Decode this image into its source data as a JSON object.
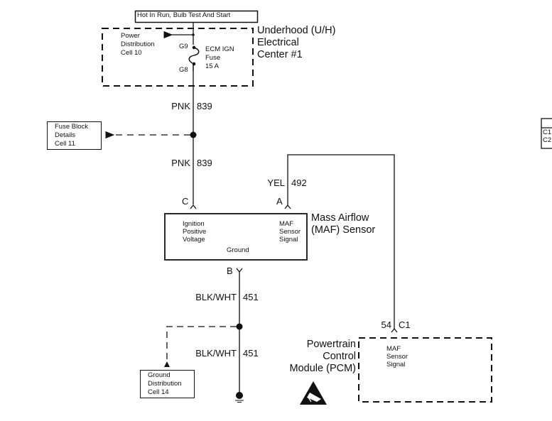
{
  "power_header": "Hot In Run, Bulb Test And Start",
  "underhood_center": {
    "title_lines": [
      "Underhood (U/H)",
      "Electrical",
      "Center #1"
    ],
    "power_distribution_ref": [
      "Power",
      "Distribution",
      "Cell 10"
    ],
    "fuse": {
      "name_lines": [
        "ECM IGN",
        "Fuse",
        "15 A"
      ],
      "terminal_in": "G9",
      "terminal_out": "G8"
    }
  },
  "fuse_block_ref": [
    "Fuse Block",
    "Details",
    "Cell 11"
  ],
  "wires": {
    "pnk_upper": {
      "color": "PNK",
      "circuit": "839"
    },
    "pnk_lower": {
      "color": "PNK",
      "circuit": "839"
    },
    "yel": {
      "color": "YEL",
      "circuit": "492"
    },
    "blkwht_upper": {
      "color": "BLK/WHT",
      "circuit": "451"
    },
    "blkwht_lower": {
      "color": "BLK/WHT",
      "circuit": "451"
    }
  },
  "maf_sensor": {
    "title_lines": [
      "Mass Airflow",
      "(MAF) Sensor"
    ],
    "pins": {
      "c": {
        "label": "C",
        "function_lines": [
          "Ignition",
          "Positive",
          "Voltage"
        ]
      },
      "a": {
        "label": "A",
        "function_lines": [
          "MAF",
          "Sensor",
          "Signal"
        ]
      },
      "b": {
        "label": "B",
        "function": "Ground"
      }
    }
  },
  "ground_ref": [
    "Ground",
    "Distribution",
    "Cell 14"
  ],
  "pcm": {
    "title_lines": [
      "Powertrain",
      "Control",
      "Module (PCM)"
    ],
    "connector_pin": "54",
    "connector": "C1",
    "function_lines": [
      "MAF",
      "Sensor",
      "Signal"
    ],
    "esd_icon": "esd-warning-icon"
  },
  "connector_legend": {
    "rows": [
      "C1",
      "C2"
    ]
  }
}
